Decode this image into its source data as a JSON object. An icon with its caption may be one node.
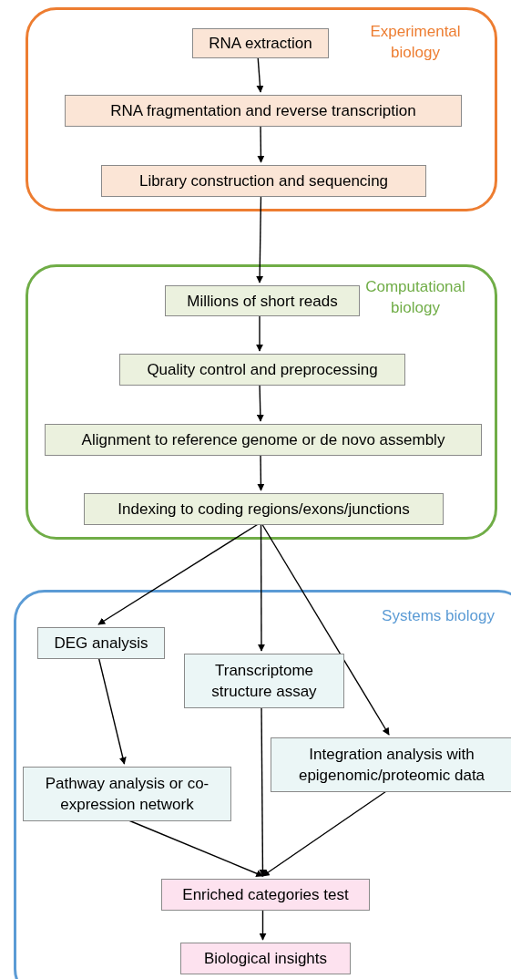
{
  "diagram": {
    "nodes": [
      {
        "text": [
          "Experimental biology"
        ]
      },
      {
        "text": [
          "RNA extraction"
        ],
        "in": 0
      },
      {
        "text": [
          "RNA fragmentation and reverse transcription"
        ],
        "in": 0
      },
      {
        "text": [
          "Library construction and sequencing"
        ],
        "in": 0
      },
      {
        "text": [
          "Computational biology"
        ]
      },
      {
        "text": [
          "Millions of short reads"
        ],
        "in": 4
      },
      {
        "text": [
          "Quality control and preprocessing"
        ],
        "in": 4
      },
      {
        "text": [
          "Alignment to reference genome or de novo assembly"
        ],
        "in": 4
      },
      {
        "text": [
          "Indexing to coding regions/exons/junctions"
        ],
        "in": 4
      },
      {
        "text": [
          "Systems biology"
        ]
      },
      {
        "text": [
          "DEG analysis"
        ],
        "in": 9
      },
      {
        "text": [
          "Transcriptome structure assay"
        ],
        "in": 9
      },
      {
        "text": [
          "Integration analysis with epigenomic/proteomic data"
        ],
        "in": 9
      },
      {
        "text": [
          "Pathway analysis or co-expression network"
        ],
        "in": 9
      },
      {
        "text": [
          "Enriched categories test"
        ],
        "in": 9
      },
      {
        "text": [
          "Biological insights"
        ],
        "in": 9
      }
    ],
    "edges": [
      {
        "from": 1,
        "to": 2,
        "arrow": "to"
      },
      {
        "from": 2,
        "to": 3,
        "arrow": "to"
      },
      {
        "from": 3,
        "to": 5,
        "arrow": "to"
      },
      {
        "from": 5,
        "to": 6,
        "arrow": "to"
      },
      {
        "from": 6,
        "to": 7,
        "arrow": "to"
      },
      {
        "from": 7,
        "to": 8,
        "arrow": "to"
      },
      {
        "from": 8,
        "to": 10,
        "arrow": "to"
      },
      {
        "from": 8,
        "to": 11,
        "arrow": "to"
      },
      {
        "from": 8,
        "to": 12,
        "arrow": "to"
      },
      {
        "from": 10,
        "to": 13,
        "arrow": "to"
      },
      {
        "from": 13,
        "to": 14,
        "arrow": "to"
      },
      {
        "from": 11,
        "to": 14,
        "arrow": "to"
      },
      {
        "from": 12,
        "to": 14,
        "arrow": "to"
      },
      {
        "from": 14,
        "to": 15,
        "arrow": "to"
      }
    ]
  }
}
